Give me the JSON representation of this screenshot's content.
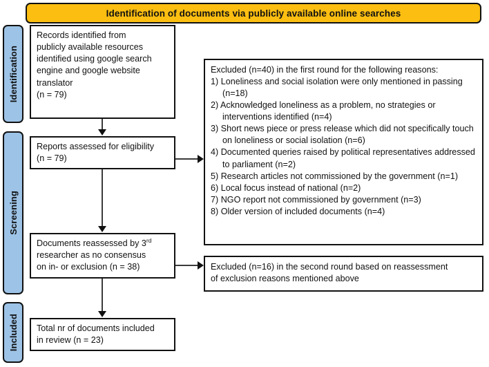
{
  "banner": {
    "title": "Identification of documents via publicly available online searches"
  },
  "stages": [
    {
      "label": "Identification"
    },
    {
      "label": "Screening"
    },
    {
      "label": "Included"
    }
  ],
  "flow_boxes": {
    "records": {
      "lines": [
        "Records identified from",
        "publicly available resources",
        "identified using google search",
        "engine and google website",
        "translator",
        "(n = 79)"
      ]
    },
    "reports": {
      "lines": [
        "Reports assessed for eligibility",
        "(n = 79)"
      ]
    },
    "reassessed": {
      "line1_prefix": "Documents reassessed by 3",
      "line1_sup": "rd",
      "line2": "researcher as no consensus",
      "line3": "on in- or exclusion (n = 38)"
    },
    "included": {
      "lines": [
        "Total nr of documents included",
        "in review (n = 23)"
      ]
    }
  },
  "excluded_first_round": {
    "heading": "Excluded (n=40) in the first round for the following reasons:",
    "reasons": [
      "1) Loneliness and social isolation were only mentioned in passing (n=18)",
      "2) Acknowledged loneliness as a problem, no strategies or interventions identified (n=4)",
      "3) Short news piece or press release which did not specifically touch on loneliness or social isolation (n=6)",
      "4) Documented queries raised by political representatives addressed to parliament (n=2)",
      "5) Research articles not commissioned by the government (n=1)",
      "6) Local focus instead of national (n=2)",
      "7) NGO report not commissioned by government (n=3)",
      "8) Older version of included documents (n=4)"
    ]
  },
  "excluded_second_round": {
    "lines": [
      "Excluded (n=16) in the second round based on reassessment",
      "of exclusion reasons mentioned above"
    ]
  },
  "colors": {
    "banner_fill": "#FBBE11",
    "stage_fill": "#9DC3E6",
    "border": "#111111",
    "connector": "#3a3a3a",
    "box_fill": "#ffffff"
  }
}
